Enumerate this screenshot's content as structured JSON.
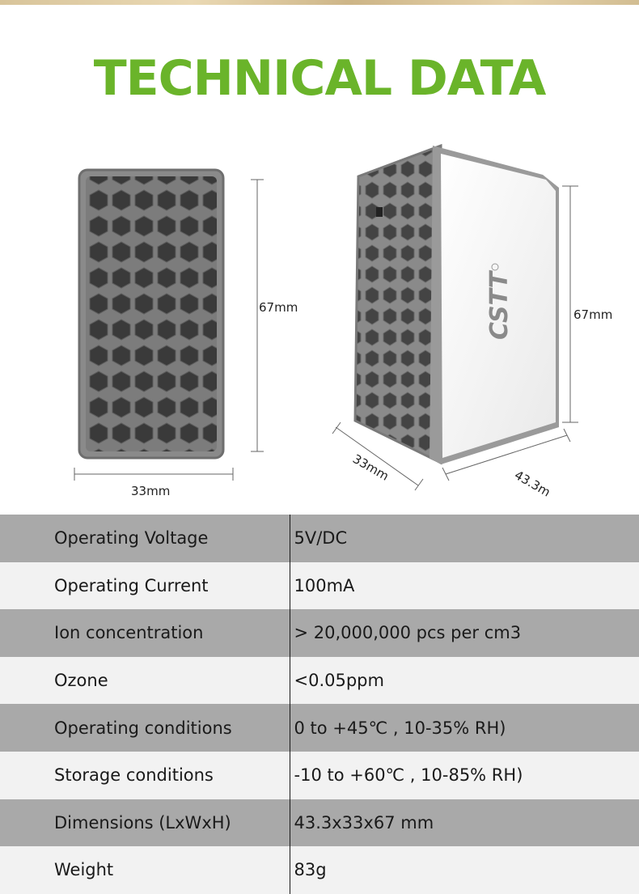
{
  "header": {
    "title": "TECHNICAL DATA"
  },
  "diagram": {
    "front_height": "67mm",
    "front_width": "33mm",
    "side_height": "67mm",
    "side_depth": "33mm",
    "side_length": "43.3m",
    "logo_text": "CSTT"
  },
  "specs": [
    {
      "label": "Operating Voltage",
      "value": "5V/DC"
    },
    {
      "label": "Operating Current",
      "value": "100mA"
    },
    {
      "label": "Ion concentration",
      "value": "> 20,000,000 pcs per cm3"
    },
    {
      "label": "Ozone",
      "value": "<0.05ppm"
    },
    {
      "label": "Operating conditions",
      "value": "0 to +45℃ , 10-35% RH)"
    },
    {
      "label": "Storage conditions",
      "value": "-10 to +60℃ , 10-85% RH)"
    },
    {
      "label": "Dimensions (LxWxH)",
      "value": "43.3x33x67 mm"
    },
    {
      "label": "Weight",
      "value": "83g"
    }
  ]
}
